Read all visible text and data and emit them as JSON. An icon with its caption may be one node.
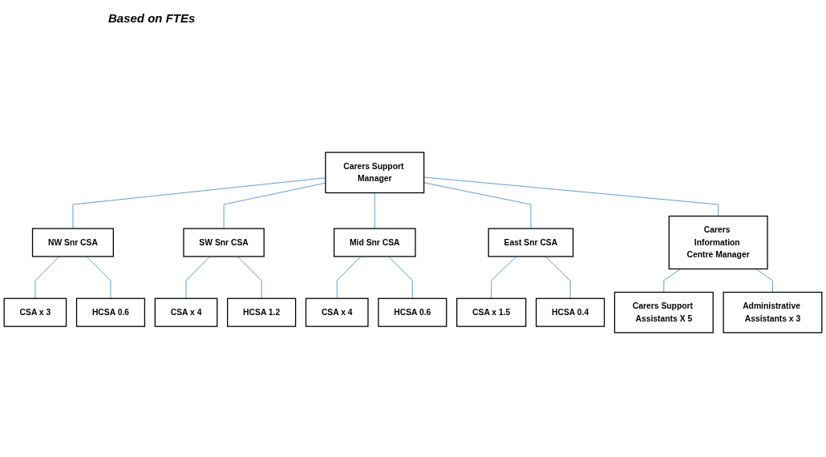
{
  "diagram": {
    "nodes": [
      {
        "text": [
          "Carers Support Manager"
        ]
      },
      {
        "text": [
          "NW Snr CSA"
        ]
      },
      {
        "text": [
          "SW Snr CSA"
        ]
      },
      {
        "text": [
          "Mid Snr CSA"
        ]
      },
      {
        "text": [
          "East Snr CSA"
        ]
      },
      {
        "text": [
          "Carers Information Centre Manager"
        ]
      },
      {
        "text": [
          "CSA x 3"
        ]
      },
      {
        "text": [
          "HCSA 0.6"
        ]
      },
      {
        "text": [
          "CSA x 4"
        ]
      },
      {
        "text": [
          "HCSA 1.2"
        ]
      },
      {
        "text": [
          "CSA x 4"
        ]
      },
      {
        "text": [
          "HCSA 0.6"
        ]
      },
      {
        "text": [
          "CSA x 1.5"
        ]
      },
      {
        "text": [
          "HCSA 0.4"
        ]
      },
      {
        "text": [
          "Carers Support Assistants X 5"
        ]
      },
      {
        "text": [
          "Administrative Assistants x 3"
        ]
      }
    ],
    "edges": [
      {
        "from": 0,
        "to": 1,
        "arrow": "none"
      },
      {
        "from": 0,
        "to": 2,
        "arrow": "none"
      },
      {
        "from": 0,
        "to": 3,
        "arrow": "none"
      },
      {
        "from": 0,
        "to": 4,
        "arrow": "none"
      },
      {
        "from": 0,
        "to": 5,
        "arrow": "none"
      },
      {
        "from": 1,
        "to": 6,
        "arrow": "none"
      },
      {
        "from": 1,
        "to": 7,
        "arrow": "none"
      },
      {
        "from": 2,
        "to": 8,
        "arrow": "none"
      },
      {
        "from": 2,
        "to": 9,
        "arrow": "none"
      },
      {
        "from": 3,
        "to": 10,
        "arrow": "none"
      },
      {
        "from": 3,
        "to": 11,
        "arrow": "none"
      },
      {
        "from": 4,
        "to": 12,
        "arrow": "none"
      },
      {
        "from": 4,
        "to": 13,
        "arrow": "none"
      },
      {
        "from": 5,
        "to": 14,
        "arrow": "none"
      },
      {
        "from": 5,
        "to": 15,
        "arrow": "none"
      }
    ],
    "labels": [
      "Based on FTEs"
    ]
  }
}
